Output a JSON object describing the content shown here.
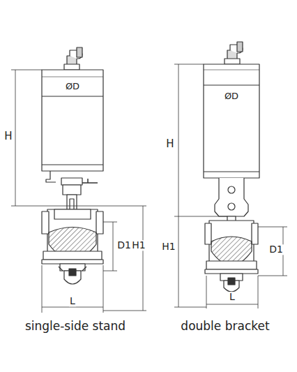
{
  "diagram": {
    "labels": [
      "H",
      "ØD",
      "D1",
      "H1",
      "L",
      "H",
      "ØD",
      "H1",
      "D1",
      "L",
      "single-side stand",
      "double bracket"
    ]
  }
}
